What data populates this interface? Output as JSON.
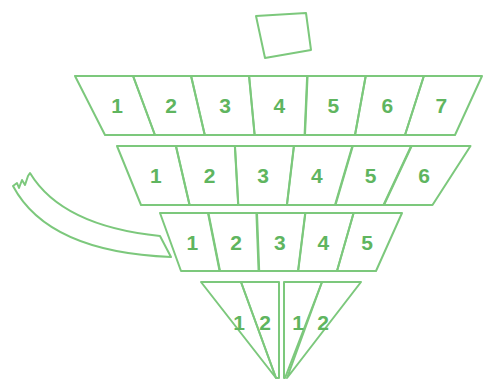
{
  "diagram": {
    "nodes": [
      {
        "text": [
          "1"
        ]
      },
      {
        "text": [
          "2"
        ]
      },
      {
        "text": [
          "3"
        ]
      },
      {
        "text": [
          "4"
        ]
      },
      {
        "text": [
          "5"
        ]
      },
      {
        "text": [
          "6"
        ]
      },
      {
        "text": [
          "7"
        ]
      },
      {
        "text": [
          "1"
        ]
      },
      {
        "text": [
          "2"
        ]
      },
      {
        "text": [
          "3"
        ]
      },
      {
        "text": [
          "4"
        ]
      },
      {
        "text": [
          "5"
        ]
      },
      {
        "text": [
          "6"
        ]
      },
      {
        "text": [
          "1"
        ]
      },
      {
        "text": [
          "2"
        ]
      },
      {
        "text": [
          "3"
        ]
      },
      {
        "text": [
          "4"
        ]
      },
      {
        "text": [
          "5"
        ]
      },
      {
        "text": [
          "1"
        ]
      },
      {
        "text": [
          "2"
        ]
      },
      {
        "text": [
          "1"
        ]
      },
      {
        "text": [
          "2"
        ]
      }
    ]
  }
}
